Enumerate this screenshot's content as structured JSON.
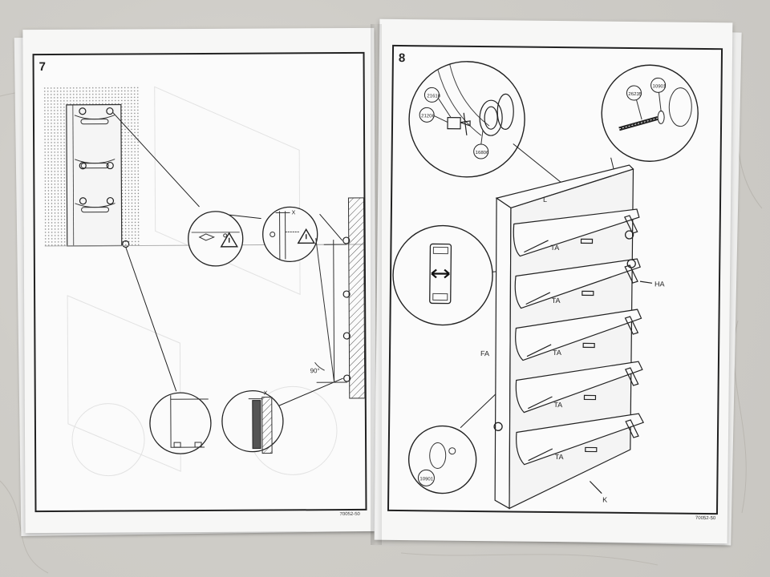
{
  "left_page": {
    "step_number": "7",
    "wall_angle_label": "90°",
    "detail_gap_label": "X",
    "doc_code": "70052-50"
  },
  "right_page": {
    "step_number": "8",
    "doc_code": "70052-50",
    "part_labels": {
      "top": "L",
      "side": "FA",
      "hinge": "HA",
      "flap": "TA",
      "base": "K"
    },
    "part_codes": {
      "bracket": "21610",
      "anchor": "21206",
      "washer": "16806",
      "screw": "26235",
      "cap_top": "10901",
      "cap_bottom": "10901"
    }
  }
}
